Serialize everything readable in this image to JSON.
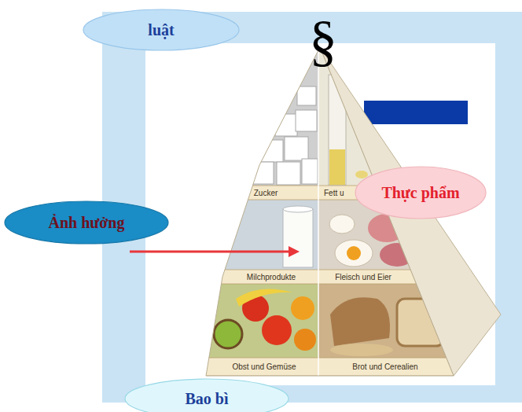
{
  "diagram": {
    "nodes": [
      {
        "text": [
          "luật"
        ]
      },
      {
        "text": [
          "Thực phẩm"
        ]
      },
      {
        "text": [
          "Ảnh hưởng"
        ]
      },
      {
        "text": [
          "Bao bì"
        ]
      }
    ],
    "labels": [
      "§",
      "Zucker",
      "Fett u",
      "Milchprodukte",
      "Fleisch und Eier",
      "Obst und Gemüse",
      "Brot und Cerealien"
    ]
  }
}
